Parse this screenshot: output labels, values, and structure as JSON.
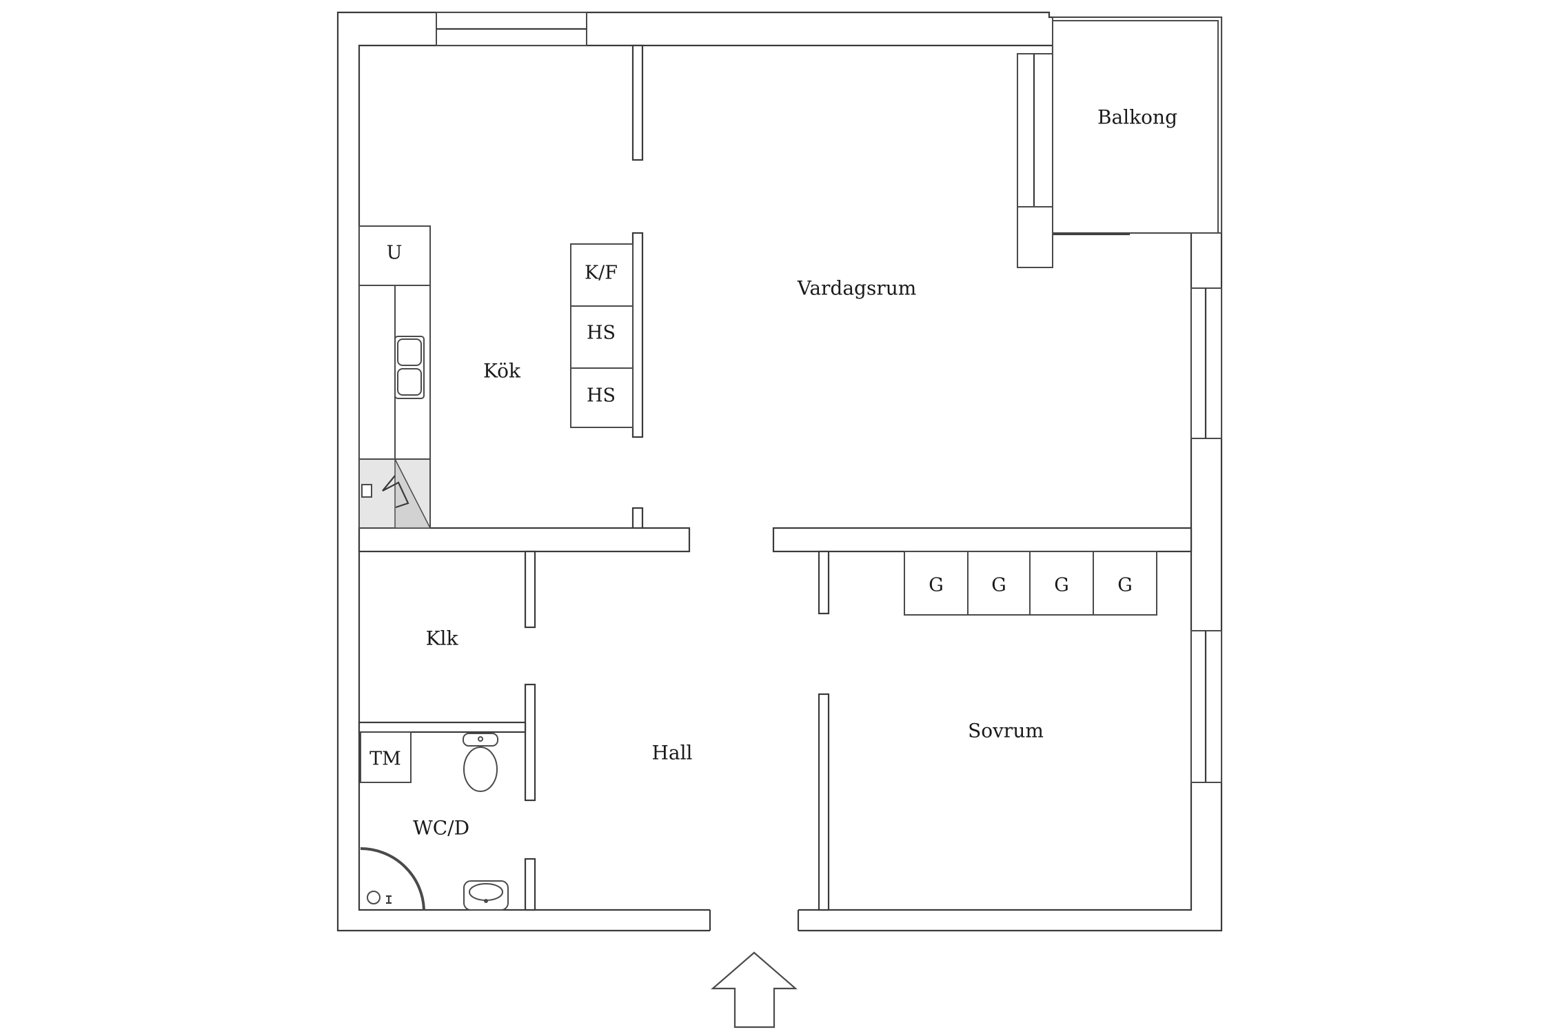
{
  "rooms": {
    "kok": "Kök",
    "vardagsrum": "Vardagsrum",
    "balkong": "Balkong",
    "klk": "Klk",
    "hall": "Hall",
    "sovrum": "Sovrum",
    "wcd": "WC/D"
  },
  "fixtures": {
    "u": "U",
    "kf": "K/F",
    "hs1": "HS",
    "hs2": "HS",
    "g1": "G",
    "g2": "G",
    "g3": "G",
    "g4": "G",
    "tm": "TM"
  },
  "icons": {
    "entrance": "entrance-arrow-icon",
    "sink": "kitchen-sink-icon",
    "stove": "stove-icon",
    "toilet": "toilet-icon",
    "basin": "washbasin-icon",
    "shower": "shower-icon"
  },
  "colors": {
    "wall": "#3a3a3a",
    "fill": "#ffffff"
  }
}
